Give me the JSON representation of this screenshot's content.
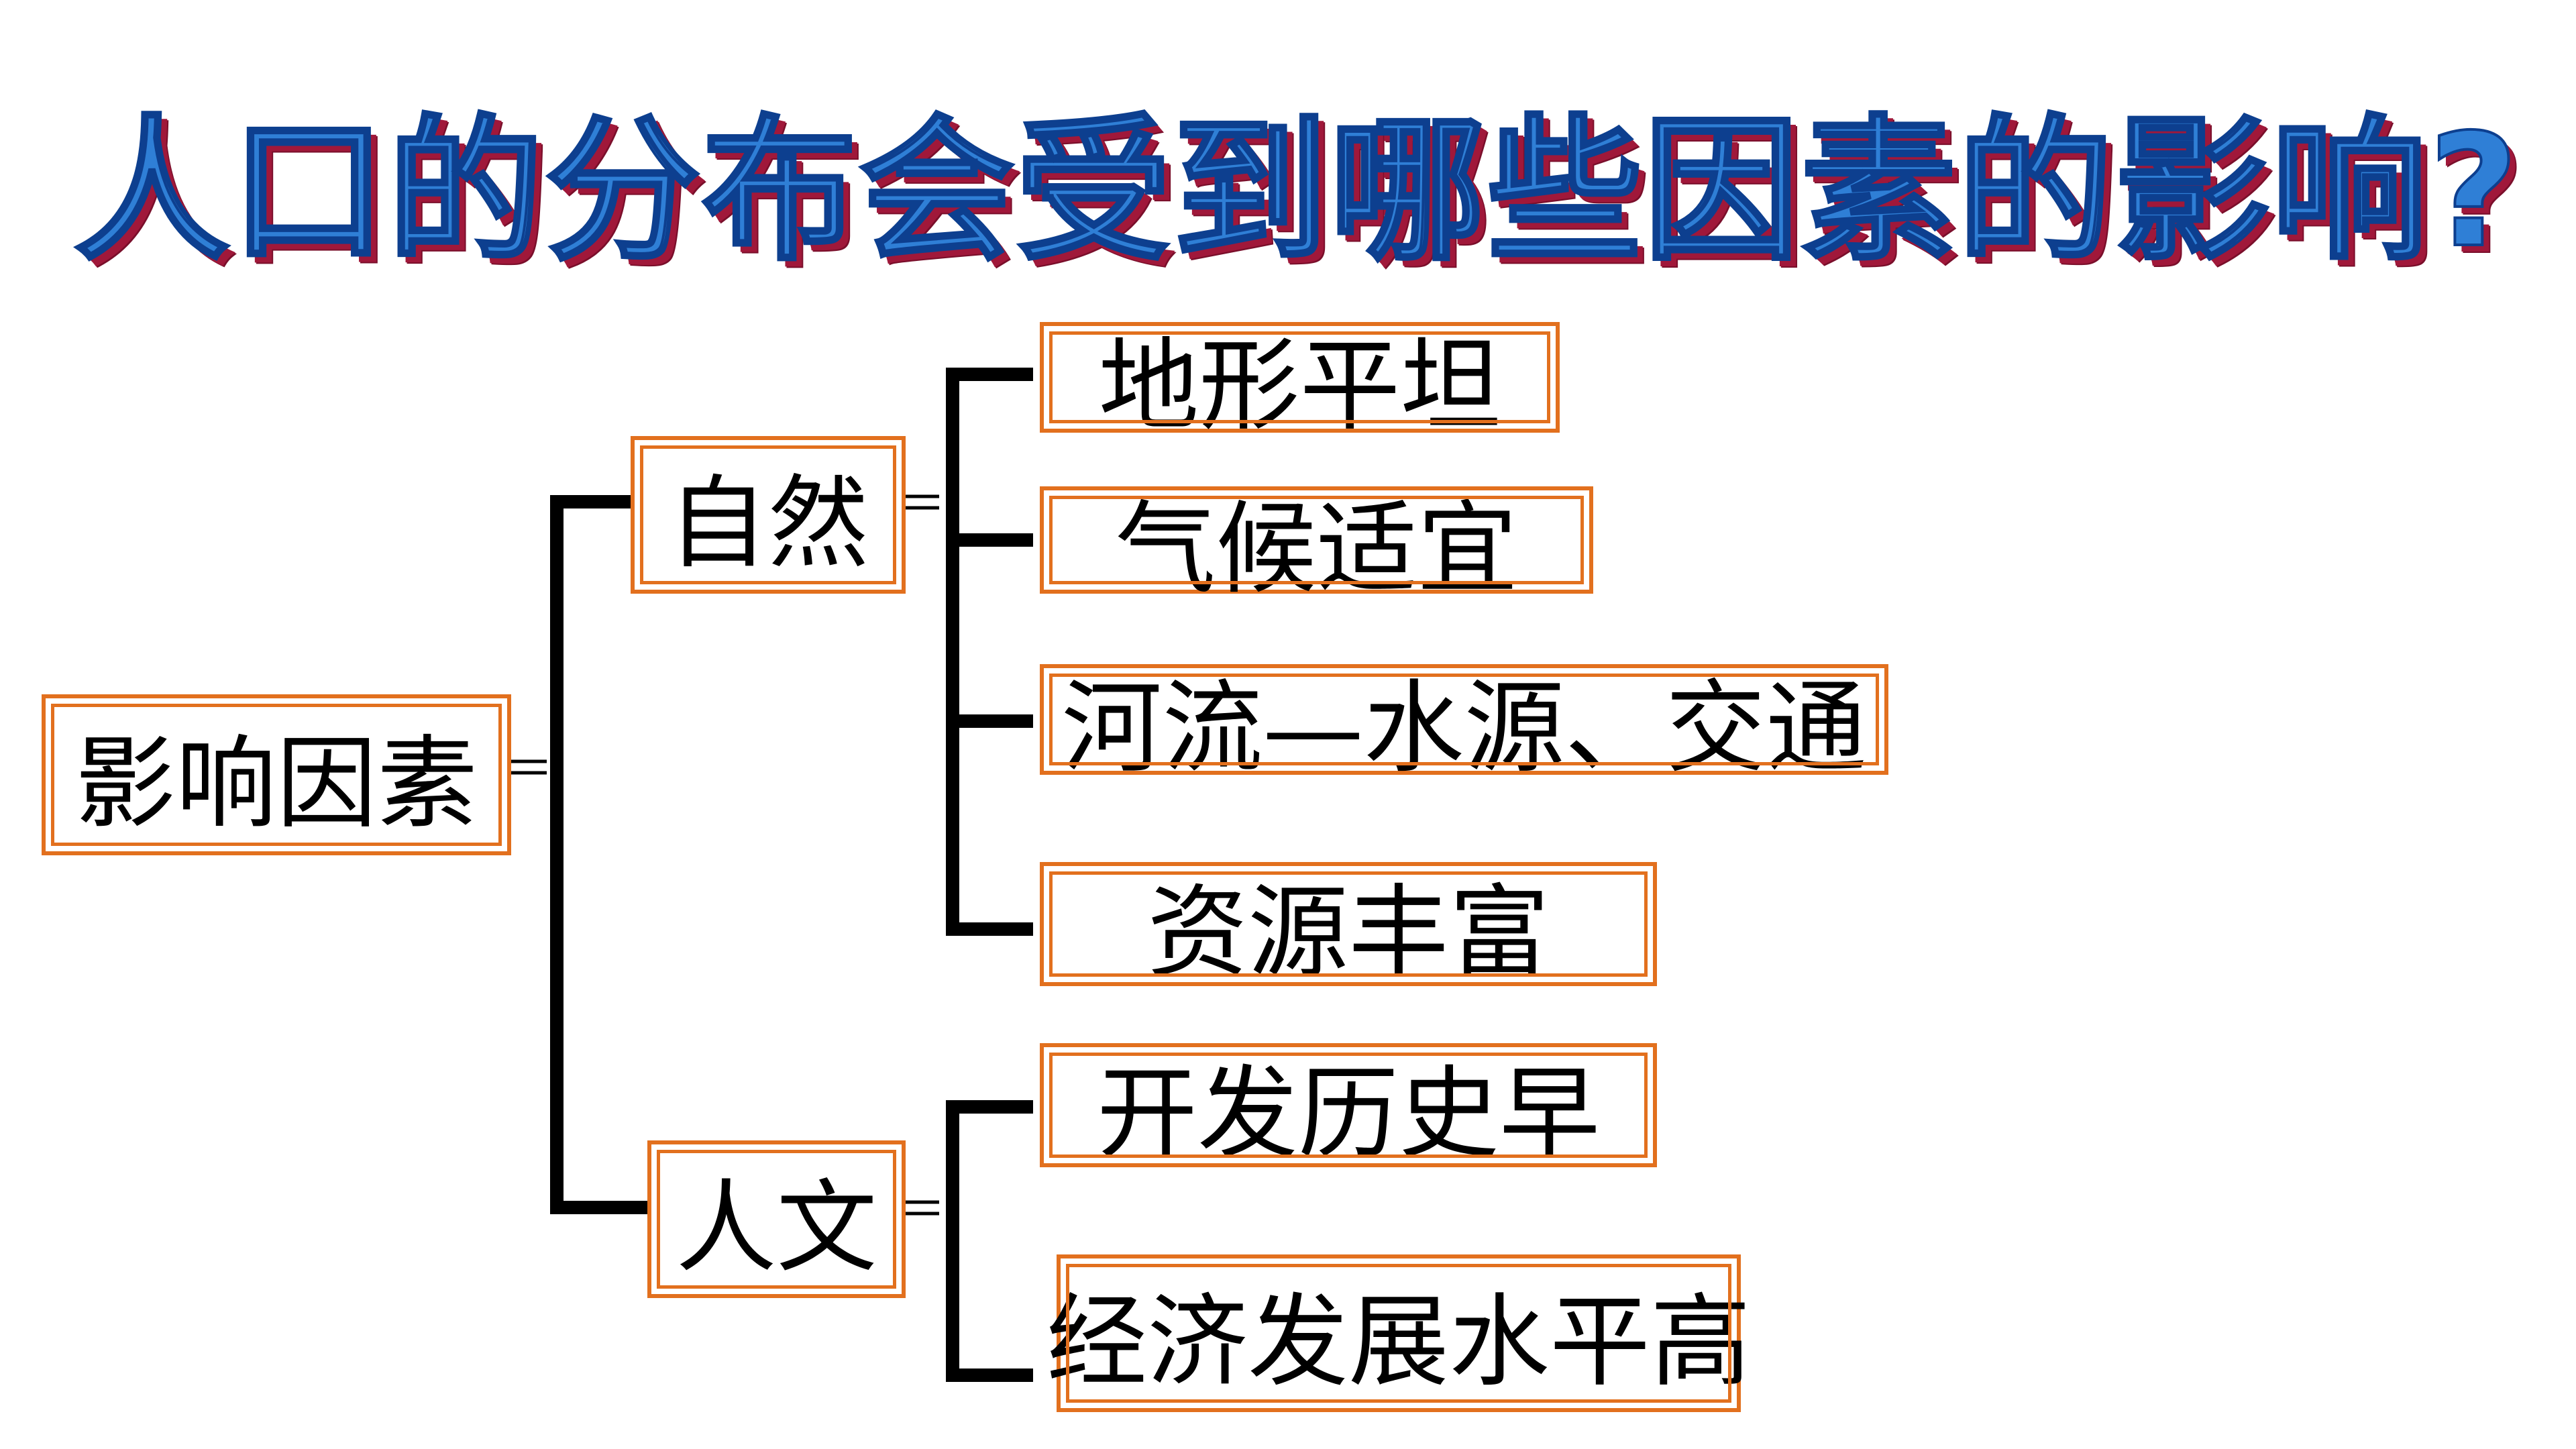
{
  "title": "人口的分布会受到哪些因素的影响?",
  "diagram": {
    "root": {
      "label": "影响因素"
    },
    "branches": [
      {
        "label": "自然",
        "children": [
          "地形平坦",
          "气候适宜",
          "河流—水源、交通",
          "资源丰富"
        ]
      },
      {
        "label": "人文",
        "children": [
          "开发历史早",
          "经济发展水平高"
        ]
      }
    ]
  },
  "colors": {
    "box_border": "#e2701e",
    "connector": "#000000",
    "title_fill": "#2f7fd6",
    "title_shadow": "#a0183a"
  }
}
